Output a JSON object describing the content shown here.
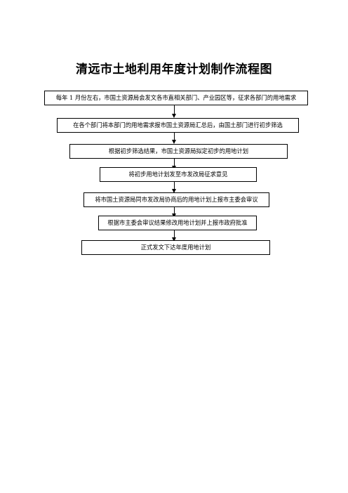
{
  "title": "清远市土地利用年度计划制作流程图",
  "steps": [
    "每年 1 月份左右，市国土资源局会发文各市直相关部门、产业园区等，征求各部门的用地需求",
    "在各个部门将本部门的用地需求报市国土资源局汇总后，由国土部门进行初步筛选",
    "根据初步筛选结果，市国土资源局拟定初步的用地计划",
    "将初步用地计划发至市发改局征求意见",
    "将市国土资源局同市发改局协商后的用地计划上报市主委会审议",
    "根据市主委会审议结果修改用地计划并上报市政府批准",
    "正式发文下达年度用地计划"
  ]
}
